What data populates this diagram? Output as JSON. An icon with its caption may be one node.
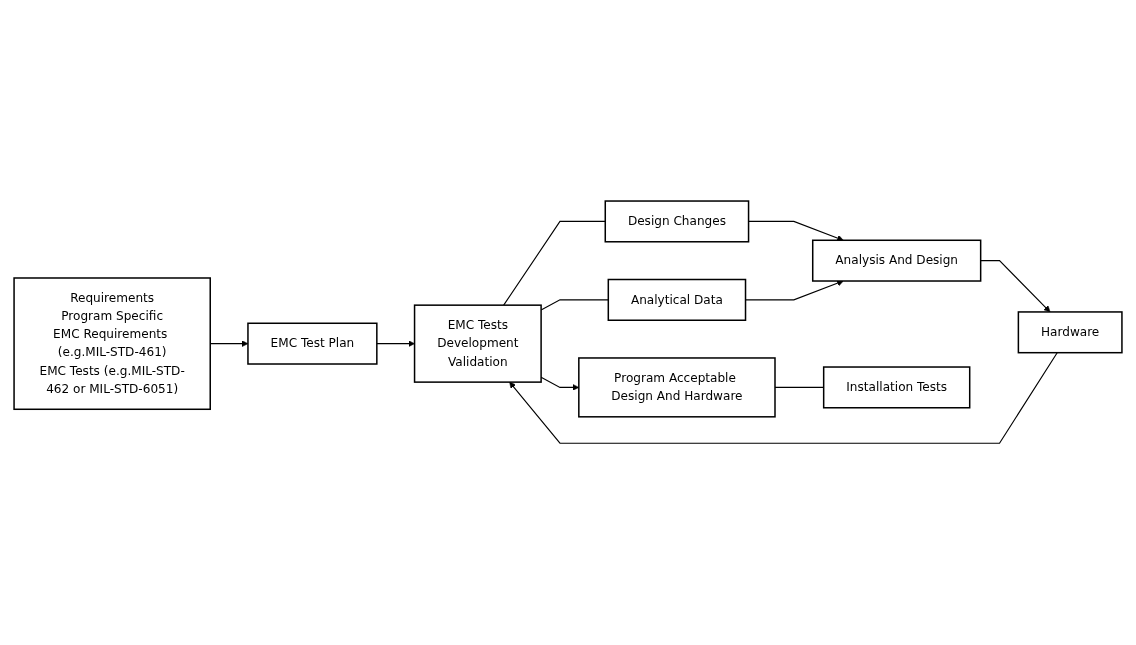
{
  "diagram": {
    "nodes": [
      {
        "text": [
          "Requirements",
          "Program Specific",
          "EMC Requirements (e.g.MIL-STD-461)",
          "EMC Tests (e.g.MIL-STD-462 or MIL-STD-6051)"
        ]
      },
      {
        "text": [
          "EMC Test Plan"
        ]
      },
      {
        "text": [
          "EMC Tests",
          "Development",
          "Validation"
        ]
      },
      {
        "text": [
          "Program Acceptable Design And Hardware"
        ]
      },
      {
        "text": [
          "Analysis And Design"
        ]
      },
      {
        "text": [
          "Hardware"
        ]
      },
      {
        "text": [
          "Design Changes"
        ]
      },
      {
        "text": [
          "Analytical Data"
        ]
      },
      {
        "text": [
          "Installation Tests"
        ]
      }
    ],
    "edges": [
      {
        "from": 0,
        "to": 1,
        "arrow": "to"
      },
      {
        "from": 1,
        "to": 2,
        "arrow": "to"
      },
      {
        "from": 2,
        "to": 3,
        "arrow": "to"
      },
      {
        "from": 4,
        "to": 5,
        "arrow": "to"
      },
      {
        "from": 5,
        "to": 2,
        "arrow": "to"
      },
      {
        "from": 2,
        "to": 6,
        "arrow": "none"
      },
      {
        "from": 6,
        "to": 4,
        "arrow": "to"
      },
      {
        "from": 2,
        "to": 7,
        "arrow": "none"
      },
      {
        "from": 7,
        "to": 4,
        "arrow": "to"
      },
      {
        "from": 3,
        "to": 8,
        "arrow": "none"
      }
    ]
  }
}
